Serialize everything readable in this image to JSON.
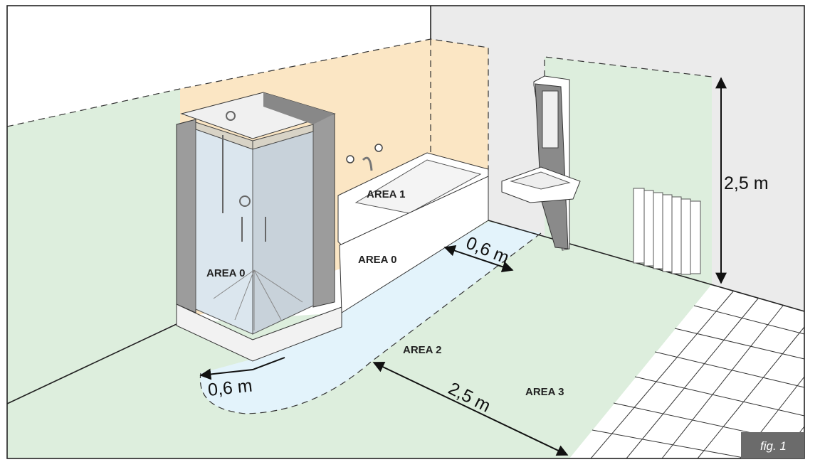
{
  "figure": {
    "caption": "fig. 1",
    "zones": {
      "area_0_shower": "AREA 0",
      "area_0_bath": "AREA 0",
      "area_1": "AREA 1",
      "area_2": "AREA 2",
      "area_3": "AREA 3"
    },
    "dimensions": {
      "height": "2,5 m",
      "bath_clearance": "0,6 m",
      "shower_clearance": "0,6 m",
      "area3_width": "2,5 m"
    },
    "colors": {
      "area1": "#fbe6c4",
      "area2": "#e3f3fb",
      "area3": "#ddeedd",
      "wall": "#ebebeb",
      "caption_bg": "#6b6b6b"
    }
  }
}
